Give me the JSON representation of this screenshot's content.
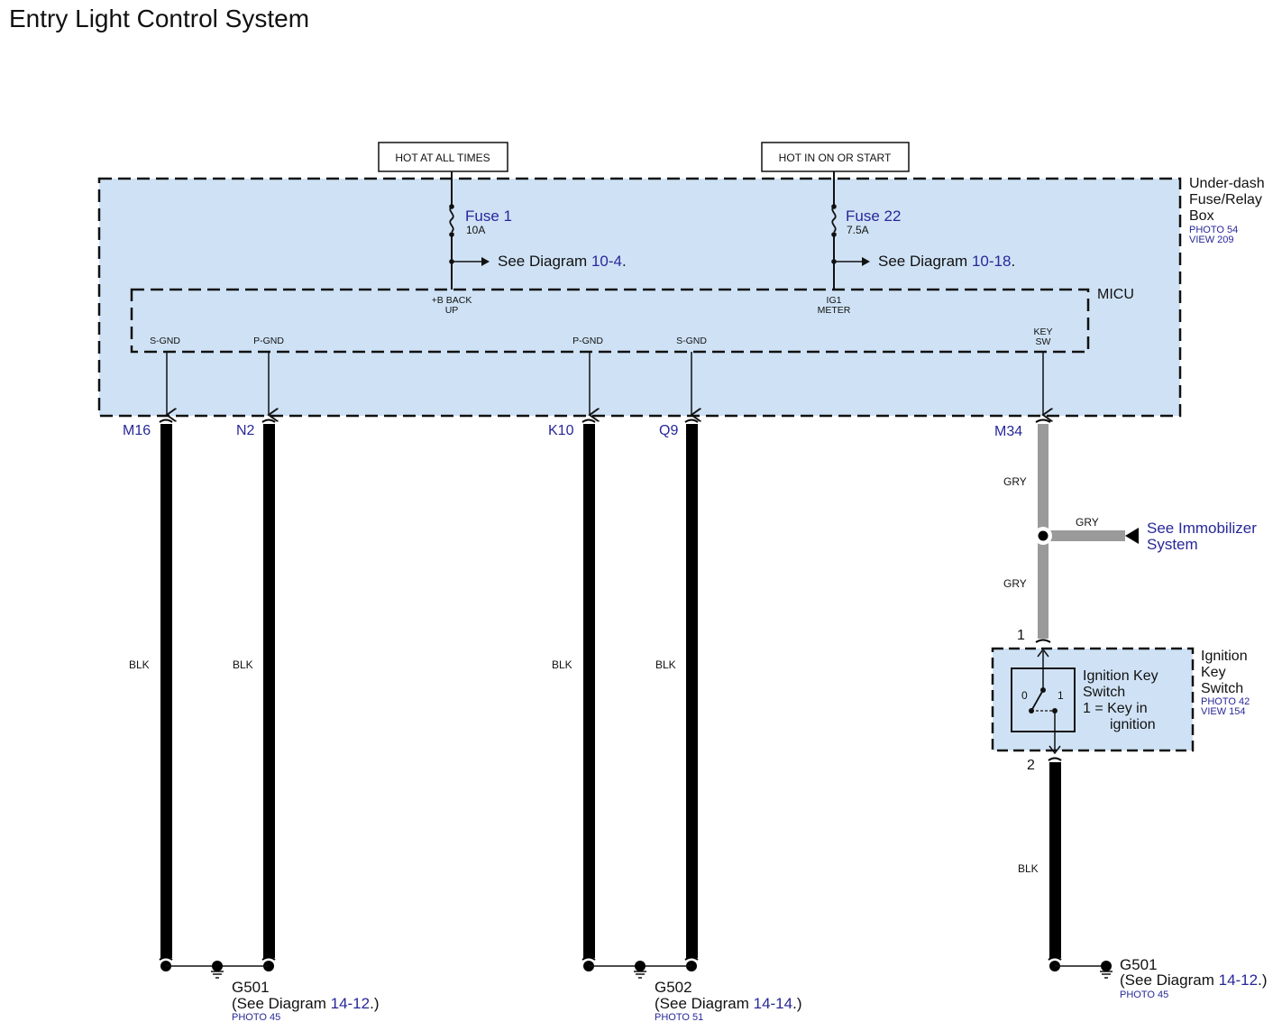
{
  "title": "Entry Light Control System",
  "colors": {
    "box_fill": "#cfe2f5",
    "link_blue": "#27279a",
    "wire_black": "#000000",
    "wire_gray": "#9a9a9a"
  },
  "power_sources": [
    {
      "label": "HOT AT ALL TIMES"
    },
    {
      "label": "HOT IN ON OR START"
    }
  ],
  "fuses": [
    {
      "name": "Fuse 1",
      "rating": "10A",
      "see_prefix": "See Diagram",
      "see_ref": "10-4",
      "see_suffix": ".",
      "terminal_line1": "+B BACK",
      "terminal_line2": "UP"
    },
    {
      "name": "Fuse 22",
      "rating": "7.5A",
      "see_prefix": "See Diagram",
      "see_ref": "10-18",
      "see_suffix": ".",
      "terminal_line1": "IG1",
      "terminal_line2": "METER"
    }
  ],
  "fuse_box": {
    "name_line1": "Under-dash",
    "name_line2": "Fuse/Relay",
    "name_line3": "Box",
    "photo": "PHOTO 54",
    "view": "VIEW 209"
  },
  "micu": {
    "name": "MICU",
    "terminals": [
      {
        "label": "S-GND",
        "connector": "M16",
        "wire": "BLK"
      },
      {
        "label": "P-GND",
        "connector": "N2",
        "wire": "BLK"
      },
      {
        "label": "P-GND",
        "connector": "K10",
        "wire": "BLK"
      },
      {
        "label": "S-GND",
        "connector": "Q9",
        "wire": "BLK"
      },
      {
        "label_line1": "KEY",
        "label_line2": "SW",
        "connector": "M34",
        "wire": "GRY"
      }
    ]
  },
  "gray_wires": {
    "upper": "GRY",
    "branch": "GRY",
    "lower": "GRY"
  },
  "immobilizer_link": {
    "line1": "See Immobilizer",
    "line2": "System"
  },
  "ignition_switch": {
    "pin_top": "1",
    "pin_bottom": "2",
    "pos_0": "0",
    "pos_1": "1",
    "inner_line1": "Ignition Key",
    "inner_line2": "Switch",
    "inner_line3": "1 = Key in",
    "inner_line4": "ignition",
    "name_line1": "Ignition",
    "name_line2": "Key",
    "name_line3": "Switch",
    "photo": "PHOTO 42",
    "view": "VIEW 154",
    "bottom_wire": "BLK"
  },
  "grounds": [
    {
      "name": "G501",
      "see_prefix": "(See Diagram",
      "see_ref": "14-12",
      "see_suffix": ".)",
      "photo": "PHOTO 45"
    },
    {
      "name": "G502",
      "see_prefix": "(See Diagram",
      "see_ref": "14-14",
      "see_suffix": ".)",
      "photo": "PHOTO 51"
    },
    {
      "name": "G501",
      "see_prefix": "(See Diagram",
      "see_ref": "14-12",
      "see_suffix": ".)",
      "photo": "PHOTO 45"
    }
  ]
}
